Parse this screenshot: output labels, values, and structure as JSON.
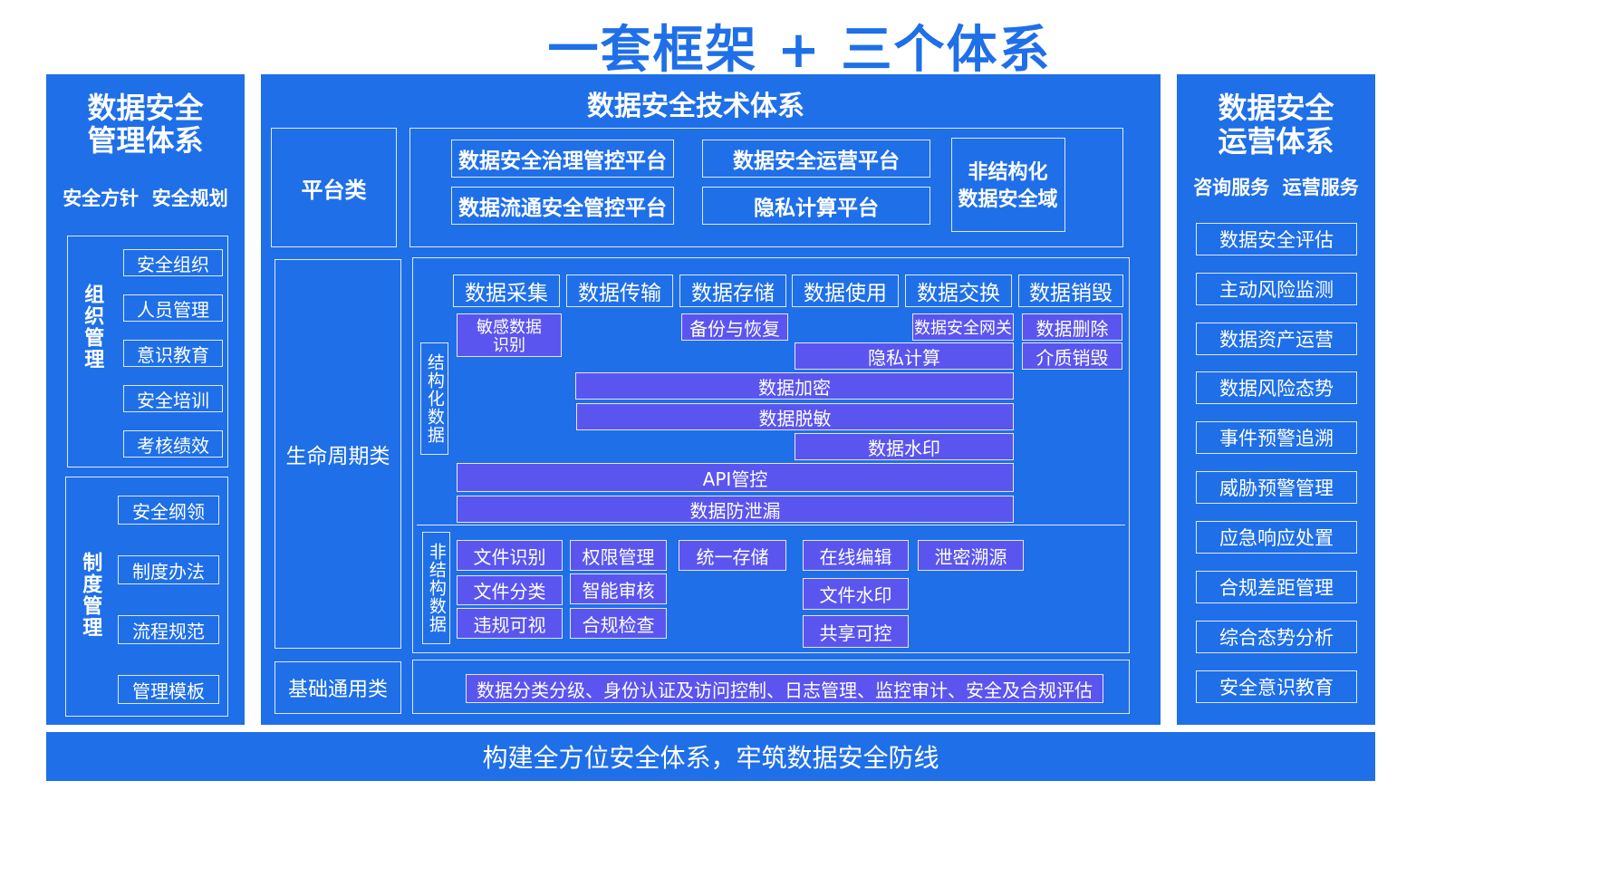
{
  "title": "一套框架 + 三个体系",
  "left": {
    "heading_line1": "数据安全",
    "heading_line2": "管理体系",
    "subheading": "安全方针  安全规划",
    "org": {
      "label": "组织管理",
      "items": [
        "安全组织",
        "人员管理",
        "意识教育",
        "安全培训",
        "考核绩效"
      ]
    },
    "system": {
      "label": "制度管理",
      "items": [
        "安全纲领",
        "制度办法",
        "流程规范",
        "管理模板"
      ]
    }
  },
  "center": {
    "heading": "数据安全技术体系",
    "platform": {
      "label": "平台类",
      "items": [
        "数据安全治理管控平台",
        "数据安全运营平台",
        "数据流通安全管控平台",
        "隐私计算平台"
      ],
      "unstructured_line1": "非结构化",
      "unstructured_line2": "数据安全域"
    },
    "lifecycle": {
      "label": "生命周期类",
      "stages": [
        "数据采集",
        "数据传输",
        "数据存储",
        "数据使用",
        "数据交换",
        "数据销毁"
      ],
      "structured_label": "结构化数据",
      "structured": {
        "sensitive_line1": "敏感数据",
        "sensitive_line2": "识别",
        "backup": "备份与恢复",
        "gateway": "数据安全网关",
        "delete": "数据删除",
        "privacy": "隐私计算",
        "media": "介质销毁",
        "encrypt": "数据加密",
        "desensitize": "数据脱敏",
        "watermark": "数据水印",
        "api": "API管控",
        "dlp": "数据防泄漏"
      },
      "unstructured_label": "非结构数据",
      "unstructured": {
        "file_identify": "文件识别",
        "permission": "权限管理",
        "unified_storage": "统一存储",
        "online_edit": "在线编辑",
        "leak_trace": "泄密溯源",
        "file_classify": "文件分类",
        "smart_review": "智能审核",
        "file_watermark": "文件水印",
        "violation_visual": "违规可视",
        "compliance_check": "合规检查",
        "share_control": "共享可控"
      }
    },
    "foundation": {
      "label": "基础通用类",
      "content": "数据分类分级、身份认证及访问控制、日志管理、监控审计、安全及合规评估"
    }
  },
  "right": {
    "heading_line1": "数据安全",
    "heading_line2": "运营体系",
    "subheading": "咨询服务  运营服务",
    "items": [
      "数据安全评估",
      "主动风险监测",
      "数据资产运营",
      "数据风险态势",
      "事件预警追溯",
      "威胁预警管理",
      "应急响应处置",
      "合规差距管理",
      "综合态势分析",
      "安全意识教育"
    ]
  },
  "footer": "构建全方位安全体系，牢筑数据安全防线",
  "colors": {
    "primary": "#1f6fe8",
    "purple": "#5b55f0",
    "background": "#ffffff"
  }
}
